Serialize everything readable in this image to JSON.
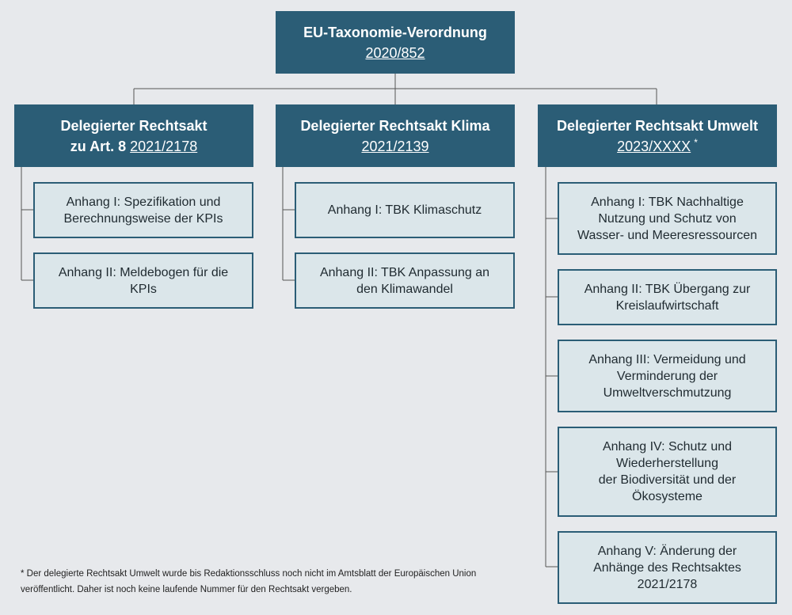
{
  "root": {
    "title": "EU-Taxonomie-Verordnung",
    "ref": "2020/852"
  },
  "columns": [
    {
      "title_line1": "Delegierter Rechtsakt",
      "title_line2": "zu Art. 8",
      "ref": "2021/2178",
      "items": [
        "Anhang I: Spezifikation und\nBerechnungsweise der KPIs",
        "Anhang II: Meldebogen für die\nKPIs"
      ]
    },
    {
      "title_line1": "Delegierter Rechtsakt Klima",
      "ref": "2021/2139",
      "items": [
        "Anhang I: TBK Klimaschutz",
        "Anhang II: TBK Anpassung an\nden Klimawandel"
      ]
    },
    {
      "title_line1": "Delegierter Rechtsakt Umwelt",
      "ref": "2023/XXXX",
      "ref_marker": "*",
      "items": [
        "Anhang I: TBK Nachhaltige\nNutzung und Schutz von\nWasser- und Meeresressourcen",
        "Anhang II: TBK Übergang zur\nKreislaufwirtschaft",
        "Anhang III: Vermeidung und\nVerminderung der\nUmweltverschmutzung",
        "Anhang IV: Schutz und\nWiederherstellung\nder Biodiversität und der\nÖkosysteme",
        "Anhang V: Änderung der\nAnhänge des Rechtsaktes\n2021/2178"
      ]
    }
  ],
  "footnote": "* Der delegierte Rechtsakt Umwelt wurde bis Redaktionsschluss noch nicht im Amtsblatt der Europäischen Union veröffentlicht. Daher ist noch keine laufende  Nummer für den Rechtsakt vergeben.",
  "colors": {
    "header": "#2b5d76",
    "box_fill": "#dbe6ea",
    "background": "#e7e9ec",
    "connector": "#555555"
  }
}
